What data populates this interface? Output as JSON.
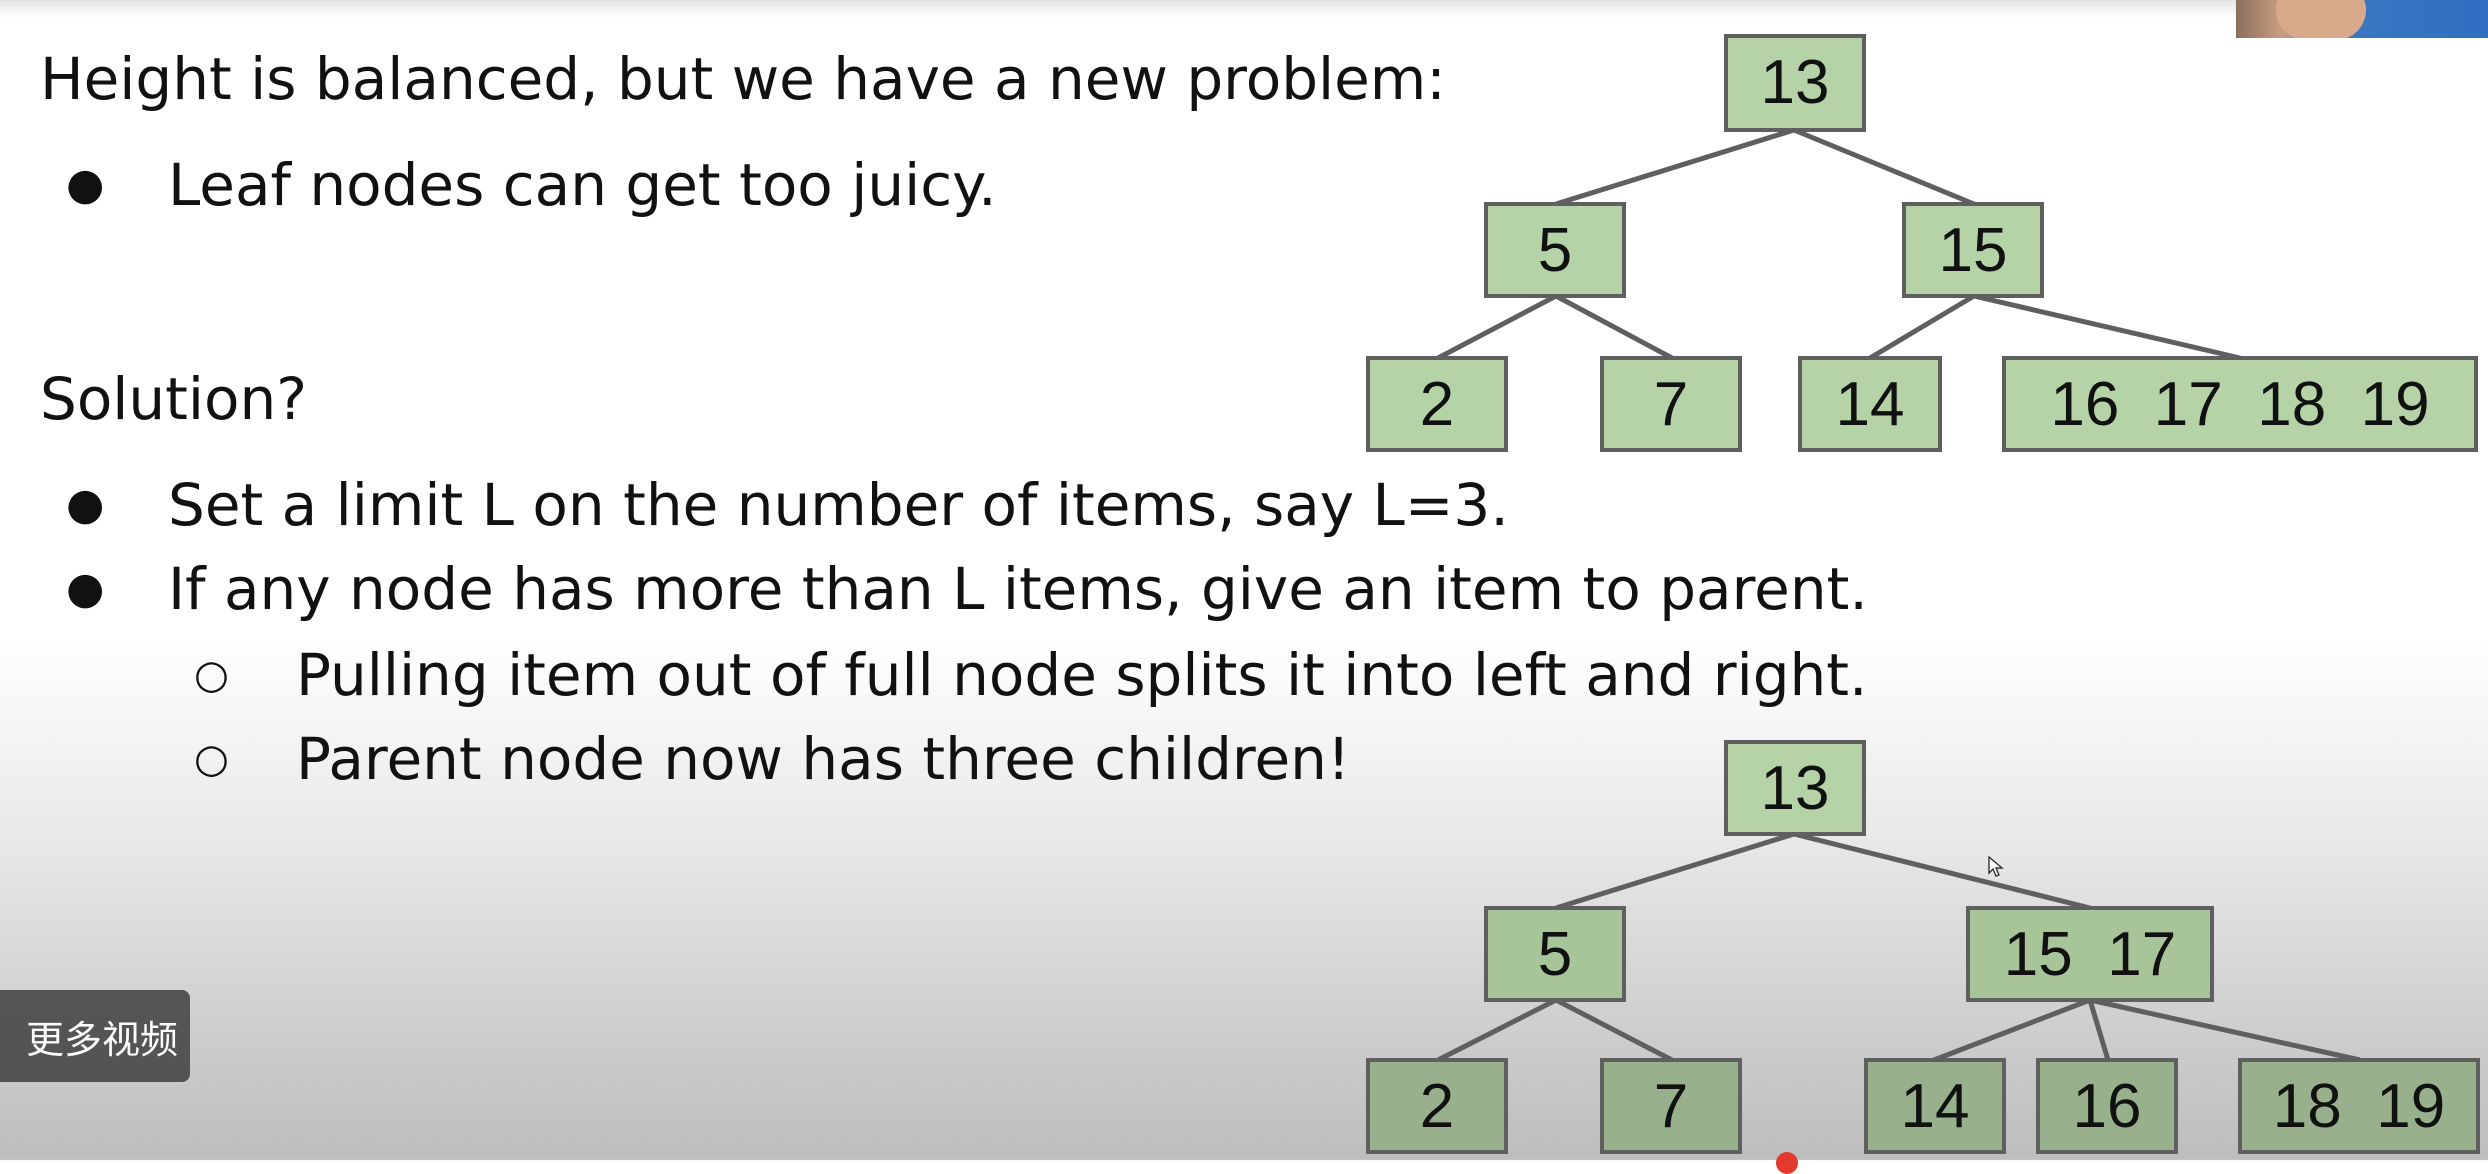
{
  "slide": {
    "heading1": "Height is balanced, but we have a new problem:",
    "bullets1": [
      {
        "mark": "●",
        "text": "Leaf nodes can get too juicy."
      }
    ],
    "heading2": "Solution?",
    "bullets2": [
      {
        "mark": "●",
        "text": "Set a limit L on the number of items, say L=3."
      },
      {
        "mark": "●",
        "text": "If any node has more than L items, give an item to parent."
      }
    ],
    "sub_bullets": [
      {
        "mark": "○",
        "text": "Pulling item out of full node splits it into left and right."
      },
      {
        "mark": "○",
        "text": "Parent node now has three children!"
      }
    ]
  },
  "tree_before": {
    "root": "13",
    "level1": [
      "5",
      "15"
    ],
    "leaves": [
      "2",
      "7",
      "14",
      "16  17  18  19"
    ]
  },
  "tree_after": {
    "root": "13",
    "level1": [
      "5",
      "15  17"
    ],
    "leaves": [
      "2",
      "7",
      "14",
      "16",
      "18  19"
    ]
  },
  "overlay": {
    "more_videos_label": "更多视频"
  },
  "colors": {
    "node_fill": "#b6d3a7",
    "node_fill_dim": "#98b18c",
    "node_border": "#5f5f5f",
    "edge": "#5f5f5f"
  }
}
